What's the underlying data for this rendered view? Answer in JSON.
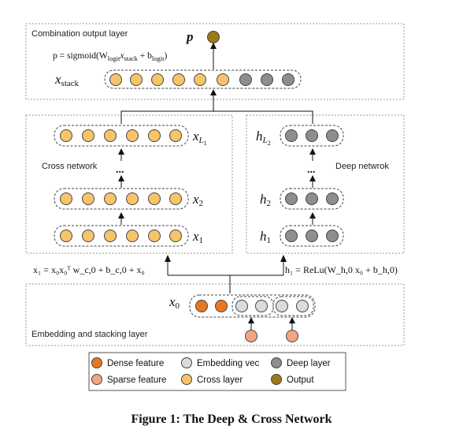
{
  "colors": {
    "dense": "#E87722",
    "sparse": "#F2A57E",
    "embedding": "#DADAE0",
    "cross": "#F7C46A",
    "deep": "#8E8E8E",
    "output": "#9C7A19",
    "outline": "#444444",
    "box_border": "#9A9A9A"
  },
  "combination": {
    "label": "Combination output layer",
    "output_var": "p",
    "formula_prefix": "p = sigmoid(W",
    "formula_w_sub": "logit",
    "formula_x": "x",
    "formula_x_sub": "stack",
    "formula_plus": " + b",
    "formula_b_sub": "logit",
    "formula_close": ")",
    "stack_var": "x",
    "stack_var_sub": "stack"
  },
  "cross_network": {
    "label": "Cross network",
    "layers": [
      {
        "var": "x",
        "sub": "L",
        "subsub": "1"
      },
      {
        "var": "x",
        "sub": "2",
        "subsub": ""
      },
      {
        "var": "x",
        "sub": "1",
        "subsub": ""
      }
    ],
    "ellipsis": "..."
  },
  "deep_network": {
    "label": "Deep netwrok",
    "layers": [
      {
        "var": "h",
        "sub": "L",
        "subsub": "2"
      },
      {
        "var": "h",
        "sub": "2",
        "subsub": ""
      },
      {
        "var": "h",
        "sub": "1",
        "subsub": ""
      }
    ],
    "ellipsis": "..."
  },
  "formulas": {
    "cross_formula": "x₁ = x₀x₀ᵀ w_c,0 + b_c,0 + x₀",
    "deep_formula": "h₁ = ReLu(W_h,0 x₀ + b_h,0)"
  },
  "embedding": {
    "label": "Embedding and stacking layer",
    "x0_var": "x",
    "x0_sub": "0"
  },
  "legend": {
    "items": [
      {
        "label": "Dense feature",
        "color_key": "dense"
      },
      {
        "label": "Embedding vec",
        "color_key": "embedding"
      },
      {
        "label": "Deep layer",
        "color_key": "deep"
      },
      {
        "label": "Sparse feature",
        "color_key": "sparse"
      },
      {
        "label": "Cross layer",
        "color_key": "cross"
      },
      {
        "label": "Output",
        "color_key": "output"
      }
    ]
  },
  "caption": "Figure 1: The Deep & Cross Network"
}
